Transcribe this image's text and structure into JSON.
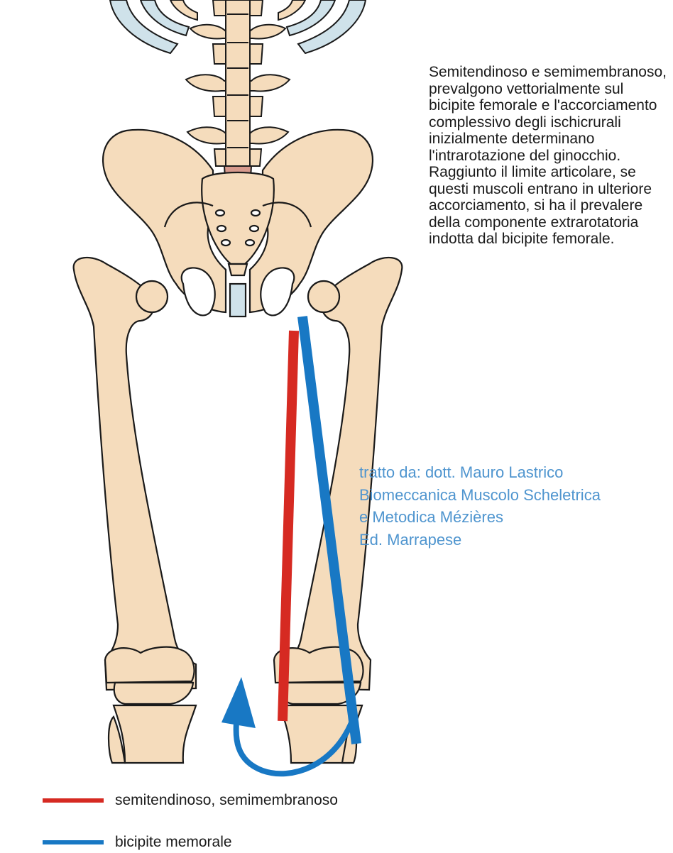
{
  "description": [
    "Semitendinoso e semimembranoso, prevalgono vettorialmente sul bicipite femorale e l'accorciamento complessivo degli ischicrurali inizialmente determinano l'intrarotazione del ginocchio.",
    "Raggiunto il limite articolare, se questi muscoli entrano in ulteriore accorciamento, si ha il prevalere della componente extrarotatoria indotta dal bicipite femorale."
  ],
  "credit": [
    "tratto da: dott. Mauro Lastrico",
    "Biomeccanica Muscolo Scheletrica",
    "e Metodica Mézières",
    "Ed. Marrapese"
  ],
  "legend": [
    {
      "label": "semitendinoso, semimembranoso",
      "color": "#d62a22"
    },
    {
      "label": "bicipite memorale",
      "color": "#1878c4"
    }
  ],
  "colors": {
    "bone": "#f5dcbc",
    "bone_outline": "#1a1a1a",
    "cartilage": "#cfe2ea",
    "vertebra_body": "#d79a8d",
    "credit_text": "#4f95cf"
  }
}
